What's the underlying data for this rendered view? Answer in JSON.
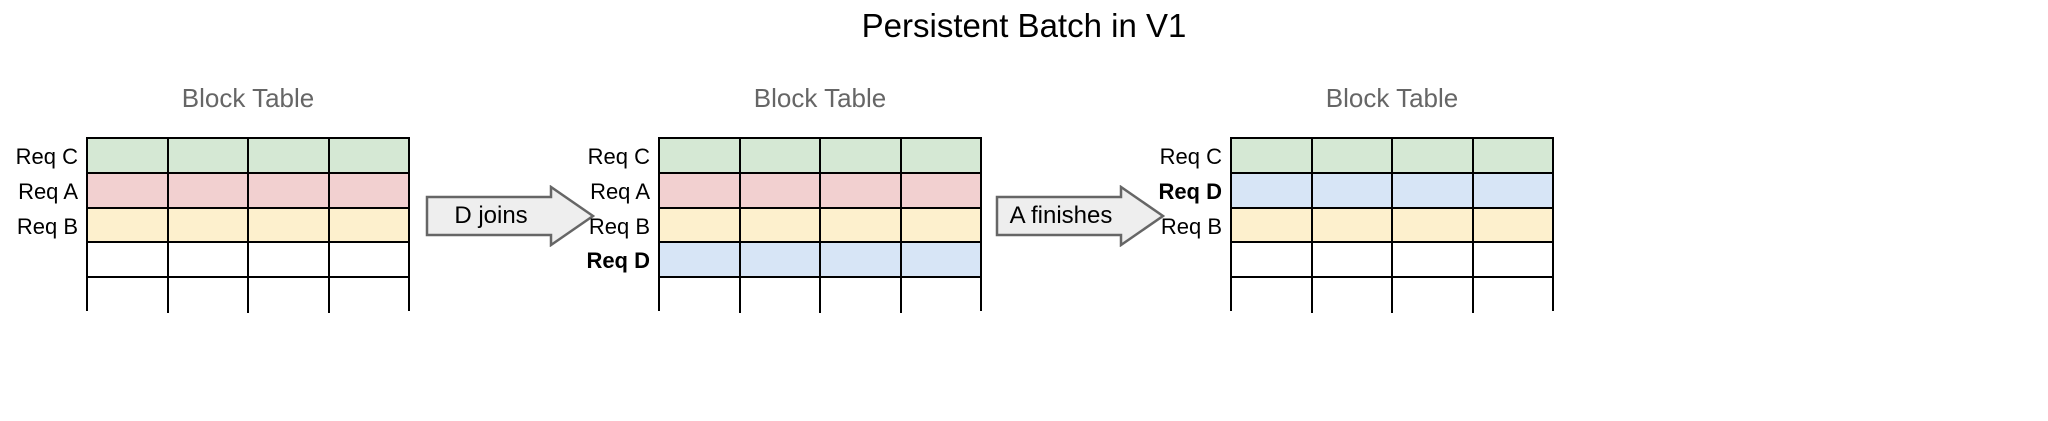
{
  "title": "Persistent Batch in V1",
  "colors": {
    "green": "#d5e8d4",
    "pink": "#f2d0d0",
    "yellow": "#fdf0cd",
    "blue": "#d7e5f6",
    "empty": "#ffffff",
    "border": "#000000",
    "header_text": "#666666",
    "arrow_fill": "#eeeeee",
    "arrow_stroke": "#666666"
  },
  "stages": [
    {
      "id": "stage-1",
      "header": "Block Table",
      "columns": 4,
      "rows": [
        {
          "label": "Req C",
          "bold": false,
          "color": "green"
        },
        {
          "label": "Req A",
          "bold": false,
          "color": "pink"
        },
        {
          "label": "Req B",
          "bold": false,
          "color": "yellow"
        },
        {
          "label": "",
          "bold": false,
          "color": "empty"
        },
        {
          "label": "",
          "bold": false,
          "color": "empty"
        }
      ]
    },
    {
      "id": "stage-2",
      "header": "Block Table",
      "columns": 4,
      "rows": [
        {
          "label": "Req C",
          "bold": false,
          "color": "green"
        },
        {
          "label": "Req A",
          "bold": false,
          "color": "pink"
        },
        {
          "label": "Req B",
          "bold": false,
          "color": "yellow"
        },
        {
          "label": "Req D",
          "bold": true,
          "color": "blue"
        },
        {
          "label": "",
          "bold": false,
          "color": "empty"
        }
      ]
    },
    {
      "id": "stage-3",
      "header": "Block Table",
      "columns": 4,
      "rows": [
        {
          "label": "Req C",
          "bold": false,
          "color": "green"
        },
        {
          "label": "Req D",
          "bold": true,
          "color": "blue"
        },
        {
          "label": "Req B",
          "bold": false,
          "color": "yellow"
        },
        {
          "label": "",
          "bold": false,
          "color": "empty"
        },
        {
          "label": "",
          "bold": false,
          "color": "empty"
        }
      ]
    }
  ],
  "arrows": [
    {
      "id": "arrow-d-joins",
      "label": "D joins"
    },
    {
      "id": "arrow-a-finishes",
      "label": "A finishes"
    }
  ]
}
